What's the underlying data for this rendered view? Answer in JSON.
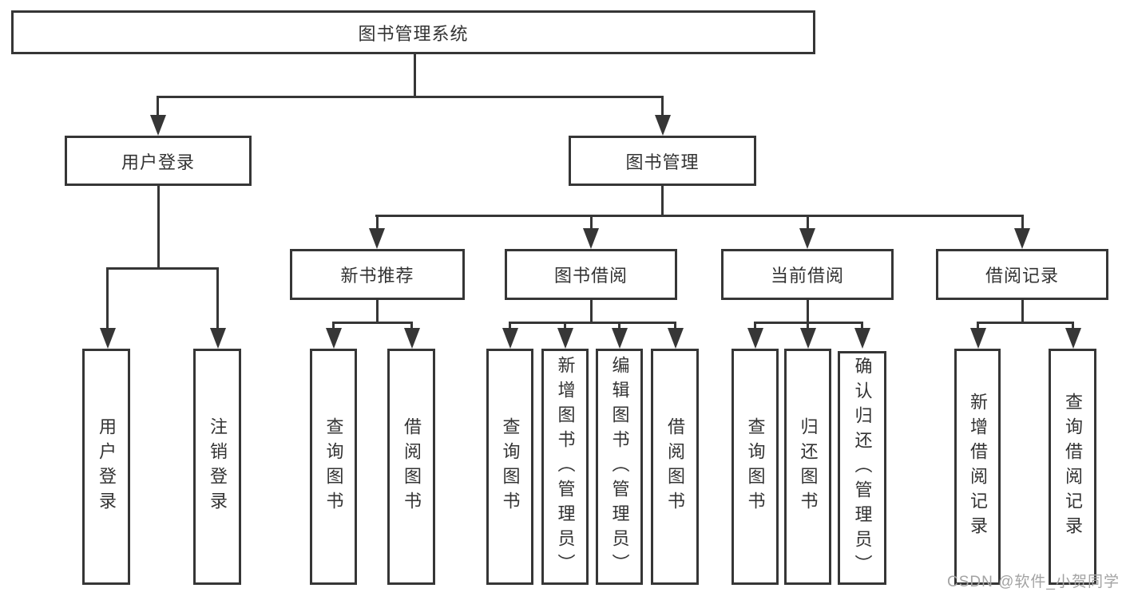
{
  "diagram": {
    "root": {
      "label": "图书管理系统"
    },
    "branches": [
      {
        "label": "用户登录",
        "children": [
          {
            "label": "用户登录"
          },
          {
            "label": "注销登录"
          }
        ]
      },
      {
        "label": "图书管理",
        "children": [
          {
            "label": "新书推荐",
            "children": [
              {
                "label": "查询图书"
              },
              {
                "label": "借阅图书"
              }
            ]
          },
          {
            "label": "图书借阅",
            "children": [
              {
                "label": "查询图书"
              },
              {
                "label": "新增图书（管理员）"
              },
              {
                "label": "编辑图书（管理员）"
              },
              {
                "label": "借阅图书"
              }
            ]
          },
          {
            "label": "当前借阅",
            "children": [
              {
                "label": "查询图书"
              },
              {
                "label": "归还图书"
              },
              {
                "label": "确认归还（管理员）"
              }
            ]
          },
          {
            "label": "借阅记录",
            "children": [
              {
                "label": "新增借阅记录"
              },
              {
                "label": "查询借阅记录"
              }
            ]
          }
        ]
      }
    ]
  },
  "watermark": {
    "text": "CSDN @软件_小贺同学"
  },
  "colors": {
    "line": "#363636",
    "text": "#333333",
    "background": "#ffffff",
    "watermark": "#a3a3a3"
  }
}
